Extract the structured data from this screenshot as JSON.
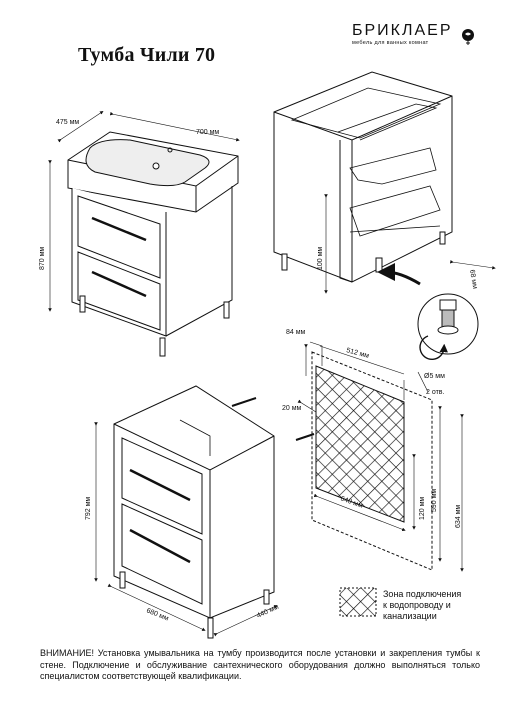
{
  "title": "Тумба Чили 70",
  "brand": {
    "name": "БРИКЛАЕР",
    "tagline": "мебель для ванных комнат"
  },
  "dimensions": {
    "depth_top": "475 мм",
    "width_top": "700 мм",
    "height_total": "870 мм",
    "leg_height": "100 мм",
    "side_offset": "68 мм",
    "rear_84": "84 мм",
    "panel_width": "512 мм",
    "hole_diameter": "Ø5 мм",
    "hole_count": "2 отв.",
    "screw_20": "20 мм",
    "panel_height_120": "120 мм",
    "panel_height_590": "590 мм",
    "panel_height_634": "634 мм",
    "panel_width_640": "640 мм",
    "cabinet_height": "792 мм",
    "cabinet_width": "680 мм",
    "cabinet_depth": "440 мм"
  },
  "legend": {
    "text_line1": "Зона подключения",
    "text_line2": "к водопроводу и",
    "text_line3": "канализации"
  },
  "notice": "ВНИМАНИЕ! Установка умывальника на тумбу производится после установки и закрепления тумбы к стене. Подключение и обслуживание сантехнического оборудования должно выполняться только специалистом соответствующей квалификации."
}
